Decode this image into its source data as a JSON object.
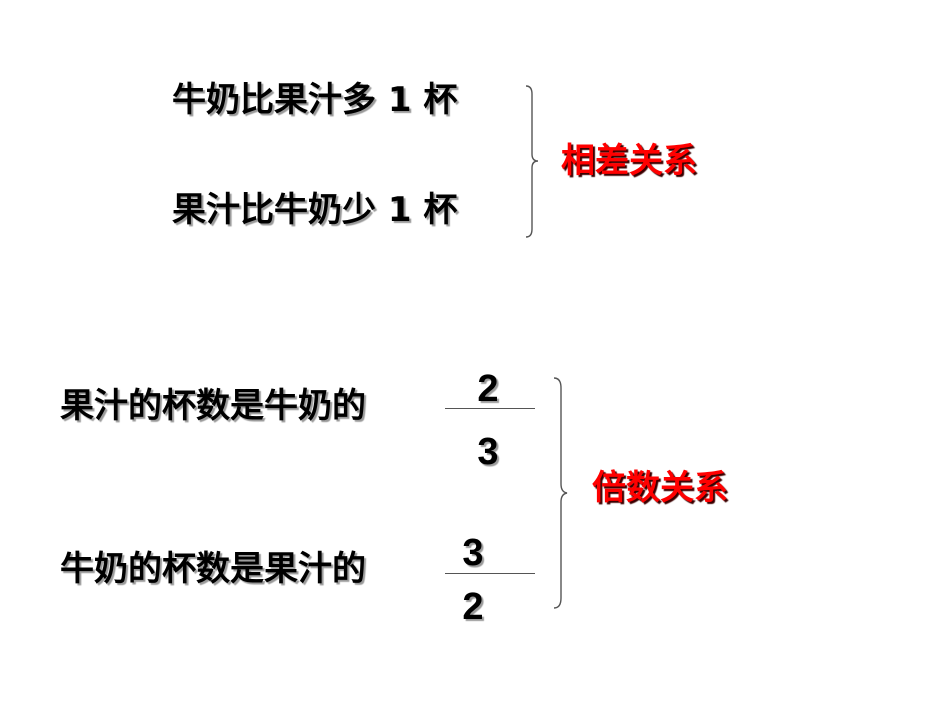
{
  "difference_group": {
    "statement_1": "牛奶比果汁多 1 杯",
    "statement_2": "果汁比牛奶少 1 杯",
    "label": "相差关系",
    "label_color": "#ff0000"
  },
  "multiple_group": {
    "statement_1": {
      "text": "果汁的杯数是牛奶的",
      "numerator": "2",
      "denominator": "3"
    },
    "statement_2": {
      "text": "牛奶的杯数是果汁的",
      "numerator": "3",
      "denominator": "2"
    },
    "label": "倍数关系",
    "label_color": "#ff0000"
  }
}
